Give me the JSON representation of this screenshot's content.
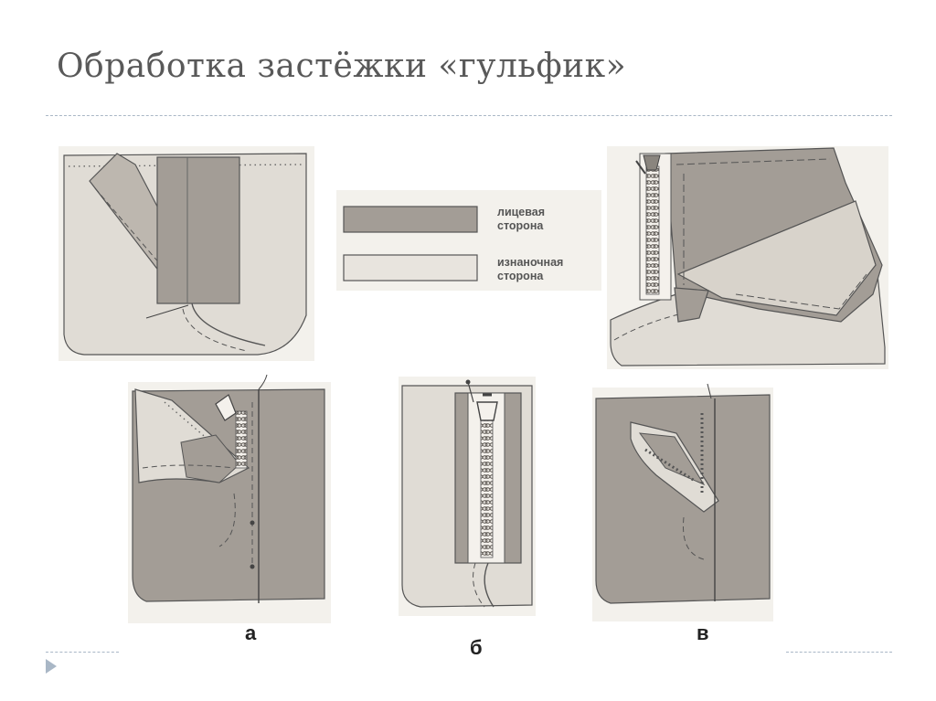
{
  "slide": {
    "title": "Обработка застёжки «гульфик»"
  },
  "legend": {
    "face": {
      "line1": "лицевая",
      "line2": "сторона",
      "color": "#a39d96"
    },
    "back": {
      "line1": "изнаночная",
      "line2": "сторона",
      "color": "#e8e4de"
    }
  },
  "panels": {
    "a": "а",
    "b": "б",
    "v": "в"
  },
  "icons": {
    "bullet": "triangle-bullet-icon"
  }
}
